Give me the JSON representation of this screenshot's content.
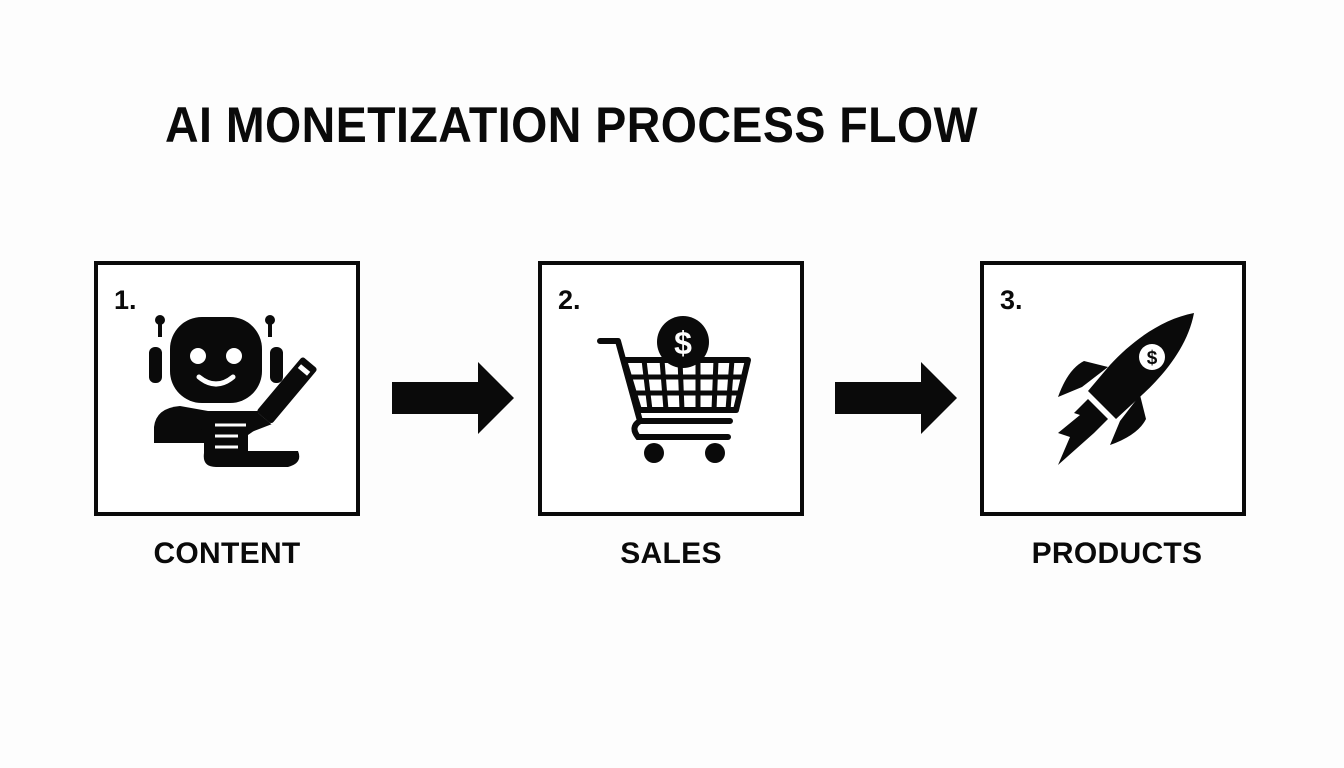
{
  "diagram": {
    "title": "AI MONETIZATION PROCESS FLOW",
    "steps": [
      {
        "number": "1.",
        "label": "CONTENT",
        "icon": "robot-writing-icon"
      },
      {
        "number": "2.",
        "label": "SALES",
        "icon": "shopping-cart-dollar-icon"
      },
      {
        "number": "3.",
        "label": "PRODUCTS",
        "icon": "rocket-dollar-icon"
      }
    ],
    "connector": "right-arrow-icon",
    "colors": {
      "ink": "#0a0a0a",
      "background": "#fdfdfd"
    }
  }
}
